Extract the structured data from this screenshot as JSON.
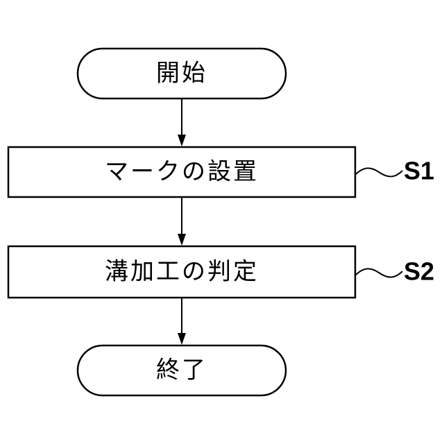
{
  "flowchart": {
    "start": {
      "label": "開始"
    },
    "steps": [
      {
        "label": "マークの設置",
        "step_id": "S1"
      },
      {
        "label": "溝加工の判定",
        "step_id": "S2"
      }
    ],
    "end": {
      "label": "終了"
    }
  },
  "colors": {
    "stroke": "#000000",
    "fill": "#ffffff",
    "background": "#ffffff"
  }
}
